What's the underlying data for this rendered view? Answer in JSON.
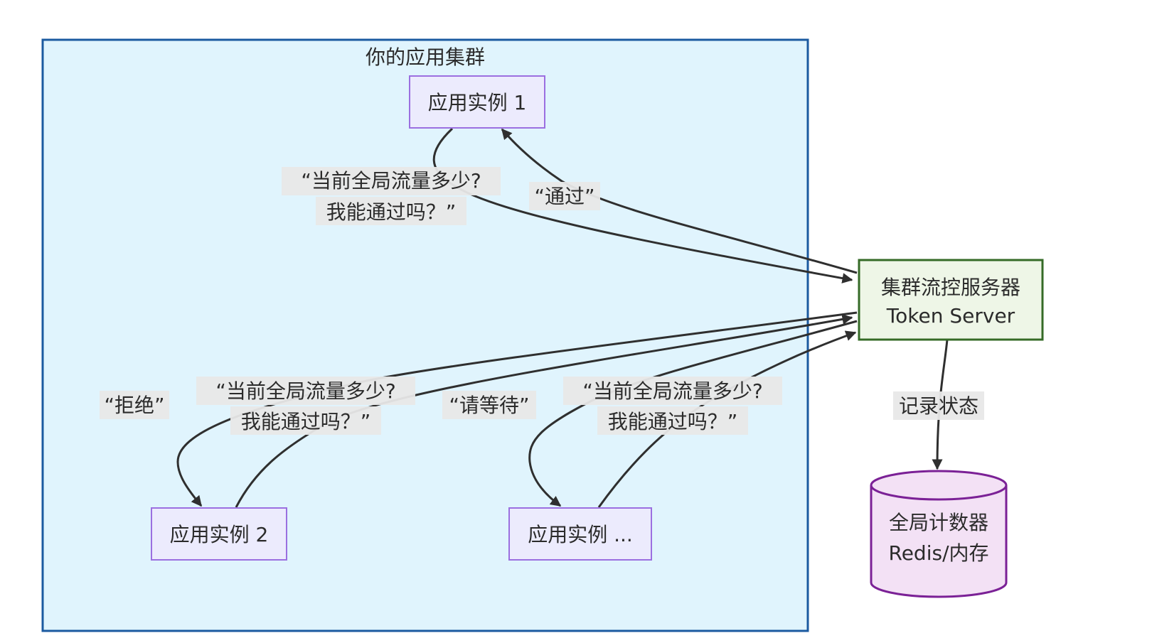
{
  "cluster": {
    "title": "你的应用集群"
  },
  "nodes": {
    "instance1": "应用实例 1",
    "instance2": "应用实例 2",
    "instance3": "应用实例 ...",
    "server_line1": "集群流控服务器",
    "server_line2": "Token Server",
    "db_line1": "全局计数器",
    "db_line2": "Redis/内存"
  },
  "edges": {
    "ask1_line1": "“当前全局流量多少?",
    "ask1_line2": "我能通过吗？”",
    "reply1": "“通过”",
    "ask2_line1": "“当前全局流量多少?",
    "ask2_line2": "我能通过吗？”",
    "reply2": "“拒绝”",
    "ask3_line1": "“当前全局流量多少?",
    "ask3_line2": "我能通过吗？”",
    "reply3": "“请等待”",
    "record": "记录状态"
  },
  "colors": {
    "cluster_fill": "#e0f4fd",
    "cluster_border": "#1b5aa0",
    "node_fill": "#ecebfd",
    "node_border": "#9b6fe0",
    "server_fill": "#eef6e7",
    "server_border": "#356b27",
    "db_fill": "#f3e1f5",
    "db_border": "#7b2196",
    "edge": "#2f2f2f"
  }
}
